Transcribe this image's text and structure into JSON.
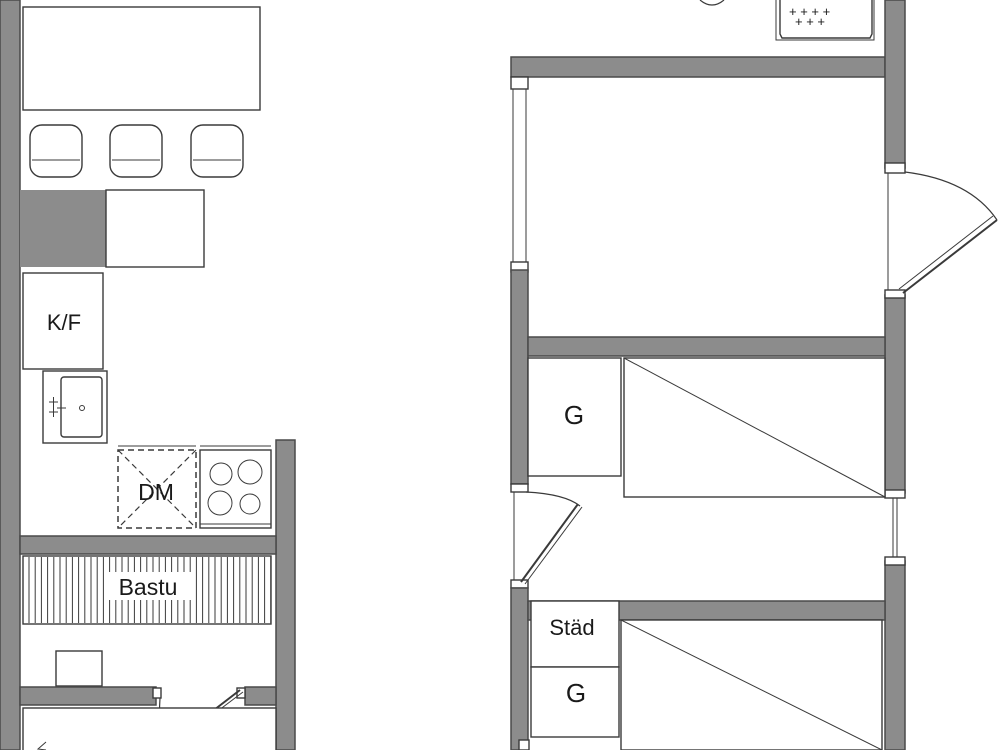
{
  "labels": {
    "fridge_freezer": "K/F",
    "dishwasher": "DM",
    "sauna": "Bastu",
    "wardrobe_1": "G",
    "cleaning_closet": "Städ",
    "wardrobe_2": "G"
  },
  "colors": {
    "wall": "#8c8c8c",
    "line": "#3a3a3a",
    "background": "#ffffff"
  }
}
